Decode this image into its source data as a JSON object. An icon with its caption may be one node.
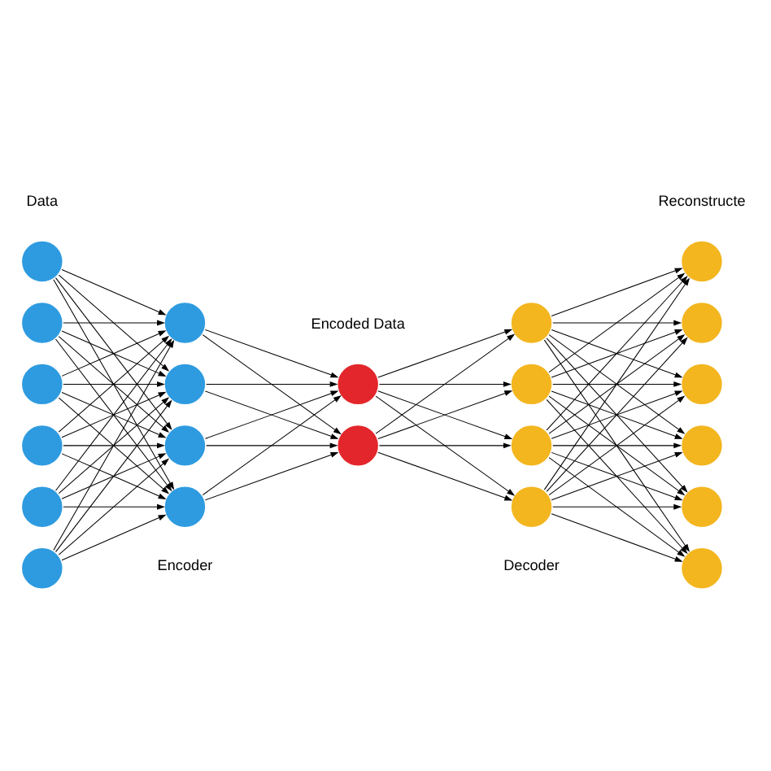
{
  "diagram": {
    "nodes": [
      {
        "text": [],
        "shape": "circle"
      },
      {
        "text": [],
        "shape": "circle"
      },
      {
        "text": [],
        "shape": "circle"
      },
      {
        "text": [],
        "shape": "circle"
      },
      {
        "text": [],
        "shape": "circle"
      },
      {
        "text": [],
        "shape": "circle"
      },
      {
        "text": [],
        "shape": "circle"
      },
      {
        "text": [],
        "shape": "circle"
      },
      {
        "text": [],
        "shape": "circle"
      },
      {
        "text": [],
        "shape": "circle"
      },
      {
        "text": [],
        "shape": "circle"
      },
      {
        "text": [],
        "shape": "circle"
      },
      {
        "text": [],
        "shape": "circle"
      },
      {
        "text": [],
        "shape": "circle"
      },
      {
        "text": [],
        "shape": "circle"
      },
      {
        "text": [],
        "shape": "circle"
      },
      {
        "text": [],
        "shape": "circle"
      },
      {
        "text": [],
        "shape": "circle"
      },
      {
        "text": [],
        "shape": "circle"
      },
      {
        "text": [],
        "shape": "circle"
      },
      {
        "text": [],
        "shape": "circle"
      },
      {
        "text": [],
        "shape": "circle"
      }
    ],
    "edges": [
      {
        "from": 0,
        "to": 6,
        "arrow": "to"
      },
      {
        "from": 0,
        "to": 7,
        "arrow": "to"
      },
      {
        "from": 0,
        "to": 8,
        "arrow": "to"
      },
      {
        "from": 0,
        "to": 9,
        "arrow": "to"
      },
      {
        "from": 1,
        "to": 6,
        "arrow": "to"
      },
      {
        "from": 1,
        "to": 7,
        "arrow": "to"
      },
      {
        "from": 1,
        "to": 8,
        "arrow": "to"
      },
      {
        "from": 1,
        "to": 9,
        "arrow": "to"
      },
      {
        "from": 2,
        "to": 6,
        "arrow": "to"
      },
      {
        "from": 2,
        "to": 7,
        "arrow": "to"
      },
      {
        "from": 2,
        "to": 8,
        "arrow": "to"
      },
      {
        "from": 2,
        "to": 9,
        "arrow": "to"
      },
      {
        "from": 3,
        "to": 6,
        "arrow": "to"
      },
      {
        "from": 3,
        "to": 7,
        "arrow": "to"
      },
      {
        "from": 3,
        "to": 8,
        "arrow": "to"
      },
      {
        "from": 3,
        "to": 9,
        "arrow": "to"
      },
      {
        "from": 4,
        "to": 6,
        "arrow": "to"
      },
      {
        "from": 4,
        "to": 7,
        "arrow": "to"
      },
      {
        "from": 4,
        "to": 8,
        "arrow": "to"
      },
      {
        "from": 4,
        "to": 9,
        "arrow": "to"
      },
      {
        "from": 5,
        "to": 6,
        "arrow": "to"
      },
      {
        "from": 5,
        "to": 7,
        "arrow": "to"
      },
      {
        "from": 5,
        "to": 8,
        "arrow": "to"
      },
      {
        "from": 5,
        "to": 9,
        "arrow": "to"
      },
      {
        "from": 6,
        "to": 10,
        "arrow": "to"
      },
      {
        "from": 6,
        "to": 11,
        "arrow": "to"
      },
      {
        "from": 7,
        "to": 10,
        "arrow": "to"
      },
      {
        "from": 7,
        "to": 11,
        "arrow": "to"
      },
      {
        "from": 8,
        "to": 10,
        "arrow": "to"
      },
      {
        "from": 8,
        "to": 11,
        "arrow": "to"
      },
      {
        "from": 9,
        "to": 10,
        "arrow": "to"
      },
      {
        "from": 9,
        "to": 11,
        "arrow": "to"
      },
      {
        "from": 10,
        "to": 12,
        "arrow": "to"
      },
      {
        "from": 10,
        "to": 13,
        "arrow": "to"
      },
      {
        "from": 10,
        "to": 14,
        "arrow": "to"
      },
      {
        "from": 10,
        "to": 15,
        "arrow": "to"
      },
      {
        "from": 11,
        "to": 12,
        "arrow": "to"
      },
      {
        "from": 11,
        "to": 13,
        "arrow": "to"
      },
      {
        "from": 11,
        "to": 14,
        "arrow": "to"
      },
      {
        "from": 11,
        "to": 15,
        "arrow": "to"
      },
      {
        "from": 12,
        "to": 16,
        "arrow": "to"
      },
      {
        "from": 12,
        "to": 17,
        "arrow": "to"
      },
      {
        "from": 12,
        "to": 18,
        "arrow": "to"
      },
      {
        "from": 12,
        "to": 19,
        "arrow": "to"
      },
      {
        "from": 12,
        "to": 20,
        "arrow": "to"
      },
      {
        "from": 12,
        "to": 21,
        "arrow": "to"
      },
      {
        "from": 13,
        "to": 16,
        "arrow": "to"
      },
      {
        "from": 13,
        "to": 17,
        "arrow": "to"
      },
      {
        "from": 13,
        "to": 18,
        "arrow": "to"
      },
      {
        "from": 13,
        "to": 19,
        "arrow": "to"
      },
      {
        "from": 13,
        "to": 20,
        "arrow": "to"
      },
      {
        "from": 13,
        "to": 21,
        "arrow": "to"
      },
      {
        "from": 14,
        "to": 16,
        "arrow": "to"
      },
      {
        "from": 14,
        "to": 17,
        "arrow": "to"
      },
      {
        "from": 14,
        "to": 18,
        "arrow": "to"
      },
      {
        "from": 14,
        "to": 19,
        "arrow": "to"
      },
      {
        "from": 14,
        "to": 20,
        "arrow": "to"
      },
      {
        "from": 14,
        "to": 21,
        "arrow": "to"
      },
      {
        "from": 15,
        "to": 16,
        "arrow": "to"
      },
      {
        "from": 15,
        "to": 17,
        "arrow": "to"
      },
      {
        "from": 15,
        "to": 18,
        "arrow": "to"
      },
      {
        "from": 15,
        "to": 19,
        "arrow": "to"
      },
      {
        "from": 15,
        "to": 20,
        "arrow": "to"
      },
      {
        "from": 15,
        "to": 21,
        "arrow": "to"
      }
    ],
    "labels": [
      "Data",
      "Reconstructe",
      "Encoded Data",
      "Encoder",
      "Decoder"
    ]
  }
}
